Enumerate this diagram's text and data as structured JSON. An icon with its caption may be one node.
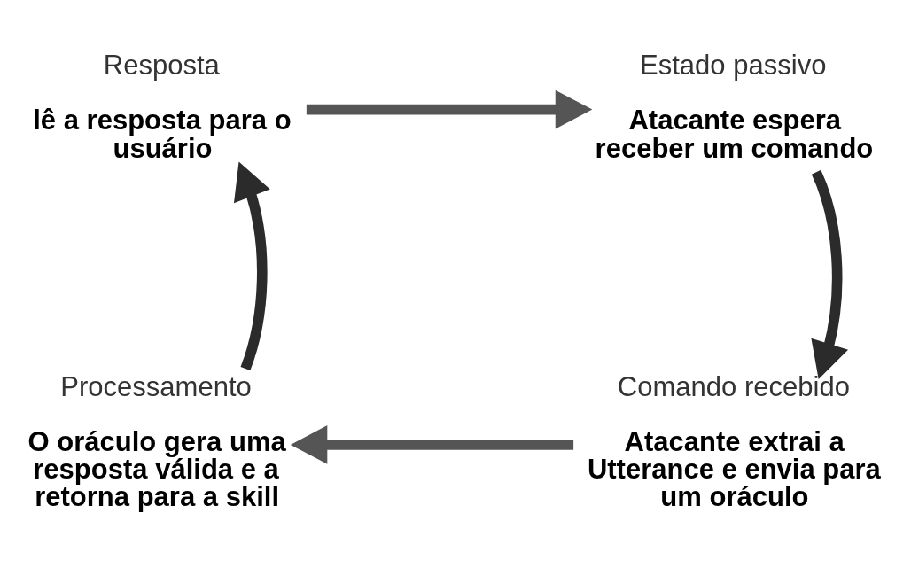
{
  "diagram": {
    "nodes": [
      {
        "text": [
          "Resposta",
          "lê a resposta para o usuário"
        ]
      },
      {
        "text": [
          "Estado passivo",
          "Atacante espera receber um comando"
        ]
      },
      {
        "text": [
          "Processamento",
          "O oráculo gera uma resposta válida e a retorna para a skill"
        ]
      },
      {
        "text": [
          "Comando recebido",
          "Atacante extrai a Utterance e envia para um oráculo"
        ]
      }
    ],
    "edges": [
      {
        "from": 0,
        "to": 1,
        "arrow": "to"
      },
      {
        "from": 1,
        "to": 3,
        "arrow": "to",
        "color": "#2b2b2b"
      },
      {
        "from": 3,
        "to": 2,
        "arrow": "to"
      },
      {
        "from": 2,
        "to": 0,
        "arrow": "to",
        "color": "#2b2b2b"
      }
    ]
  }
}
